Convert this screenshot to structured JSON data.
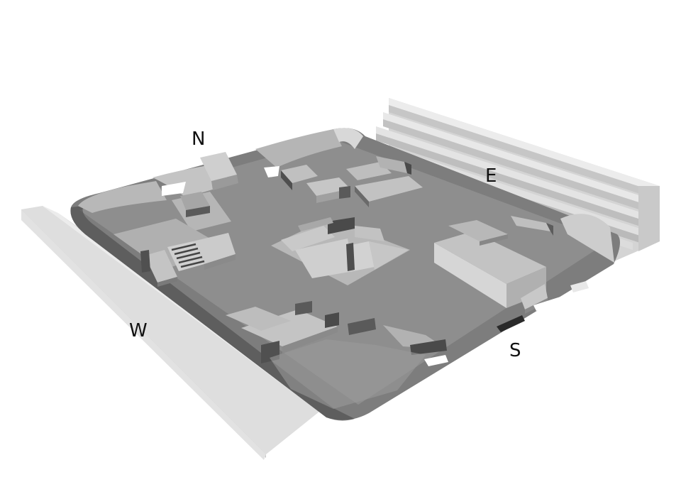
{
  "compass": {
    "north": "N",
    "east": "E",
    "south": "S",
    "west": "W"
  },
  "colors": {
    "floor": "#8c8c8c",
    "floor_edge": "#7a7a7a",
    "ramp_light": "#c8c8c8",
    "ramp_mid": "#a9a9a9",
    "ramp_dark": "#555555",
    "bleacher_top": "#e6e6e6",
    "bleacher_face": "#d2d2d2",
    "bleacher_shadow": "#bdbdbd"
  }
}
